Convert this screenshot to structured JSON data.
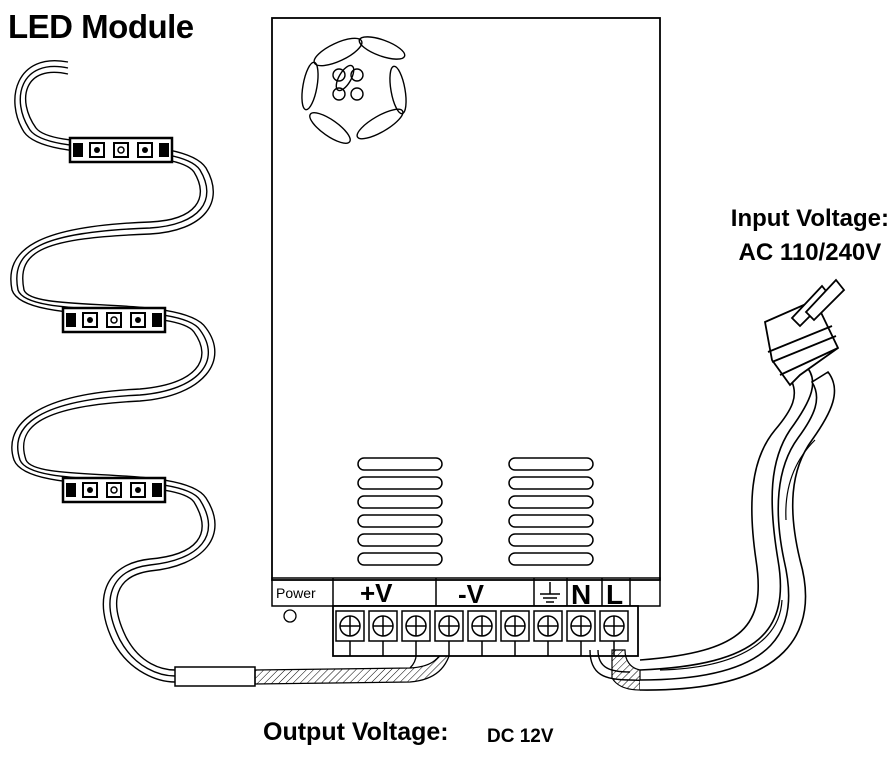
{
  "title": "LED Module",
  "input": {
    "label": "Input Voltage:",
    "value": "AC 110/240V"
  },
  "output": {
    "label": "Output Voltage:",
    "value": "DC 12V"
  },
  "terminals": {
    "power": "Power",
    "plus_v": "+V",
    "minus_v": "-V",
    "neutral": "N",
    "live": "L"
  },
  "led_module_count": 3,
  "vent_slots_per_group": 6,
  "screw_terminal_count": 9
}
